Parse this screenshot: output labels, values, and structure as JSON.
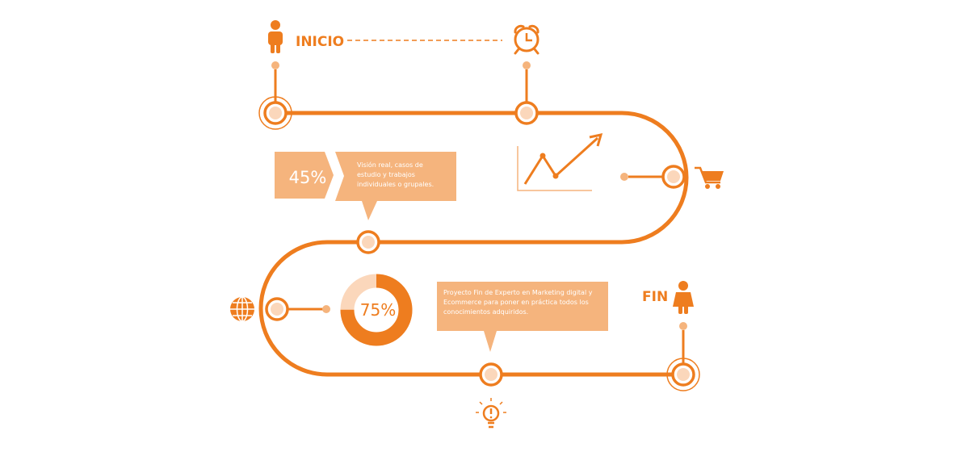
{
  "colors": {
    "accent": "#ee7d1f",
    "light": "#f5b47d",
    "pale": "#fbd7bb",
    "bubble": "#f5b47d"
  },
  "labels": {
    "start": "INICIO",
    "end": "FIN"
  },
  "progress_box": {
    "value_text": "45%",
    "value": 45,
    "description": "Visión real, casos de estudio y trabajos individuales o grupales."
  },
  "donut": {
    "value_text": "75%",
    "value": 75,
    "description": "Proyecto Fin de Experto en Marketing digital y Ecommerce para poner en práctica todos los conocimientos adquiridos."
  },
  "icons": {
    "start": "person-icon",
    "alarm": "alarm-clock-icon",
    "chart": "line-chart-icon",
    "cart": "shopping-cart-icon",
    "globe": "globe-icon",
    "end": "person-female-icon",
    "idea": "lightbulb-icon"
  }
}
